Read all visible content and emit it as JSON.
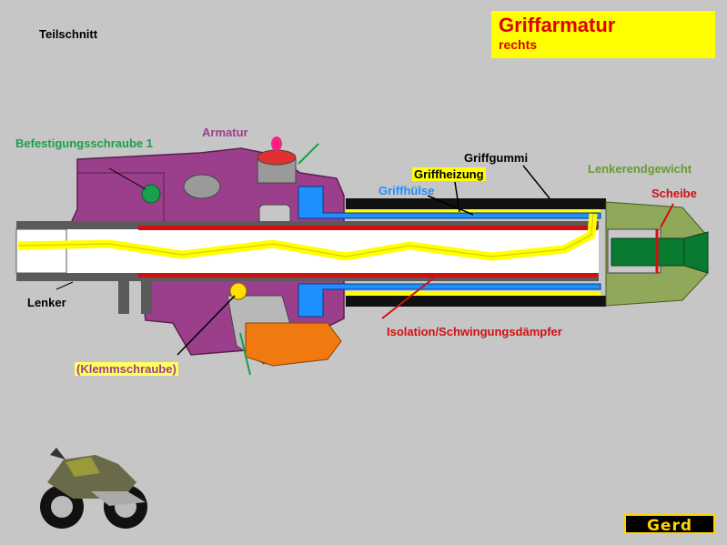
{
  "header": {
    "subtitle": "Teilschnitt",
    "title": "Griffarmatur",
    "title_sub": "rechts"
  },
  "labels": {
    "befestigungsschraube": "Befestigungsschraube 1",
    "armatur": "Armatur",
    "griffgummi": "Griffgummi",
    "griffheizung": "Griffheizung",
    "griffhuelse": "Griffhülse",
    "lenkerendgewicht": "Lenkerendgewicht",
    "scheibe": "Scheibe",
    "lenker": "Lenker",
    "isolation": "Isolation/Schwingungsdämpfer",
    "klemmschraube": "(Klemmschraube)"
  },
  "logo": {
    "text": "Gerd"
  },
  "colors": {
    "background": "#c6c6c6",
    "armatur": "#9b3f8c",
    "heater": "#ffff00",
    "sleeve": "#1e90ff",
    "grip": "#111111",
    "weight": "#8fa85a",
    "screw_green": "#1aa04a",
    "title_red": "#e00000",
    "clamp_orange": "#f07a10"
  }
}
